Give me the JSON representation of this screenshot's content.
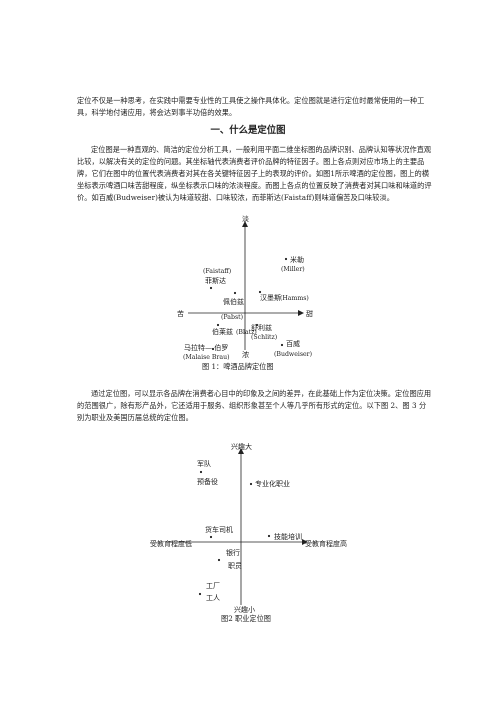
{
  "intro": "定位不仅是一种思考，在实践中需要专业性的工具使之操作具体化。定位图就是进行定位时最常使用的一种工具，科学地付诸应用，将会达到事半功倍的效果。",
  "section_heading": "一、什么是定位图",
  "paragraph1": "定位图是一种直观的、简洁的定位分析工具，一般利用平面二维坐标图的品牌识别、品牌认知等状况作直观比较，以解决有关的定位的问题。其坐标轴代表消费者评价品牌的特征因子。图上各点则对应市场上的主要品牌，它们在图中的位置代表消费者对其在各关键特征因子上的表现的评价。如图1所示啤酒的定位图，图上的横坐标表示啤酒口味苦甜程度，纵坐标表示口味的浓淡程度。而图上各点的位置反映了消费者对其口味和味道的评价。如百威(Budweiser)被认为味道较甜、口味较浓，而菲斯达(Faistaff)则味道偏苦及口味较淡。",
  "figure1": {
    "axis_top": "淡",
    "axis_bottom": "浓",
    "axis_left": "苦",
    "axis_right": "甜",
    "brands": [
      {
        "cn": "米勒",
        "en": "(Miller)"
      },
      {
        "cn": "菲斯达",
        "en": "(Faistaff)"
      },
      {
        "cn": "佩伯兹",
        "en": "(Pabst)"
      },
      {
        "cn": "汉墨斯",
        "en": "(Hamms)"
      },
      {
        "cn": "舒利兹",
        "en": "(Schlitz)"
      },
      {
        "cn": "伯莱兹",
        "en": "(Blatz)"
      },
      {
        "cn": "百威",
        "en": "(Budweiser)"
      },
      {
        "cn": "马拉特— 伯罗",
        "en": "(Malaise Brau)"
      }
    ],
    "caption": "图 1：啤酒品牌定位图"
  },
  "paragraph2": "通过定位图，可以显示各品牌在消费者心目中的印象及之间的差异，在此基础上作为定位决策。定位图应用的范围很广，除有形产品外，它还适用于服务、组织形象甚至个人等几乎所有形式的定位。以下图 2、图 3 分别为职业及美国历届总统的定位图。",
  "figure2": {
    "axis_top": "兴趣大",
    "axis_bottom": "兴趣小",
    "axis_left": "受教育程度低",
    "axis_right": "受教育程度高",
    "items": [
      "军队",
      "预备役",
      "专业化职业",
      "货车司机",
      "技能培训",
      "银行",
      "职员",
      "工厂",
      "工人"
    ],
    "caption": "图2 职业定位图"
  }
}
